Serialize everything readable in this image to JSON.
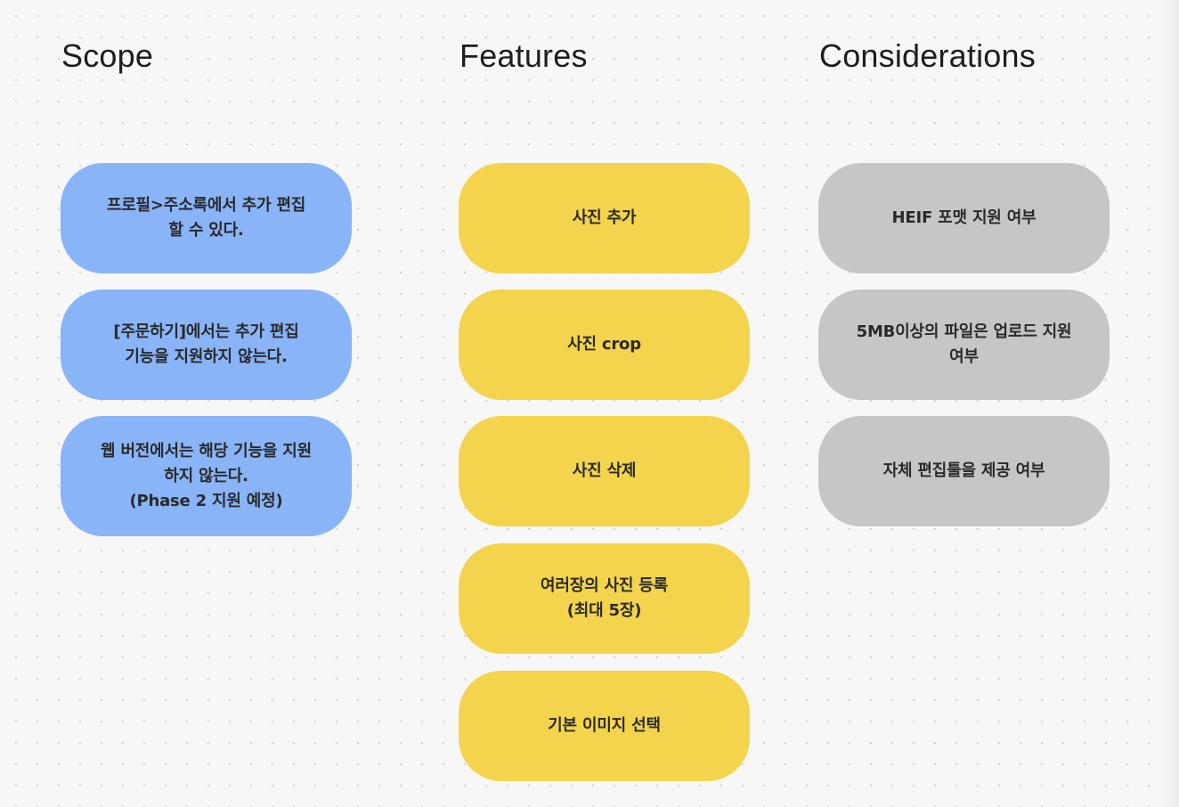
{
  "columns": {
    "scope": {
      "title": "Scope",
      "color": "#8ab4f8",
      "items": [
        "프로필>주소록에서 추가 편집\n할 수 있다.",
        "[주문하기]에서는 추가 편집\n기능을 지원하지 않는다.",
        "웹 버전에서는 해당 기능을 지원\n하지 않는다.\n(Phase 2 지원 예정)"
      ]
    },
    "features": {
      "title": "Features",
      "color": "#f4d44d",
      "items": [
        "사진 추가",
        "사진 crop",
        "사진 삭제",
        "여러장의 사진 등록\n(최대 5장)",
        "기본 이미지 선택"
      ]
    },
    "considerations": {
      "title": "Considerations",
      "color": "#c6c6c6",
      "items": [
        "HEIF 포맷 지원 여부",
        "5MB이상의 파일은 업로드 지원\n여부",
        "자체 편집툴을 제공 여부"
      ]
    }
  }
}
